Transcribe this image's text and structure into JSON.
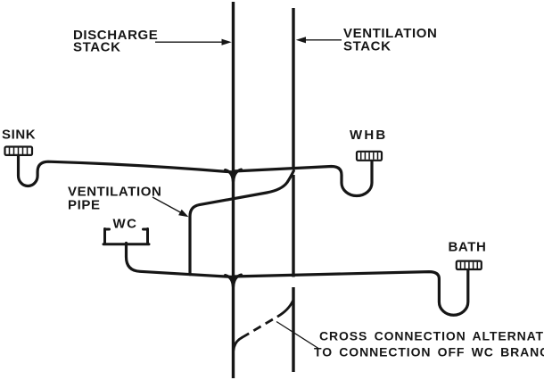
{
  "colors": {
    "ink": "#161616",
    "background": "#ffffff"
  },
  "diagram": {
    "stacks": {
      "discharge": {
        "label_line1": "DISCHARGE",
        "label_line2": "STACK"
      },
      "ventilation": {
        "label_line1": "VENTILATION",
        "label_line2": "STACK"
      }
    },
    "fixtures": {
      "sink": {
        "label": "SINK"
      },
      "whb": {
        "label": "WHB"
      },
      "wc": {
        "label": "WC"
      },
      "bath": {
        "label": "BATH"
      }
    },
    "pipes": {
      "ventilation_pipe": {
        "label_line1": "VENTILATION",
        "label_line2": "PIPE"
      },
      "cross_connection": {
        "note_line1": "CROSS CONNECTION ALTERNATIVE",
        "note_line2": "TO CONNECTION OFF WC BRANCH"
      }
    }
  }
}
